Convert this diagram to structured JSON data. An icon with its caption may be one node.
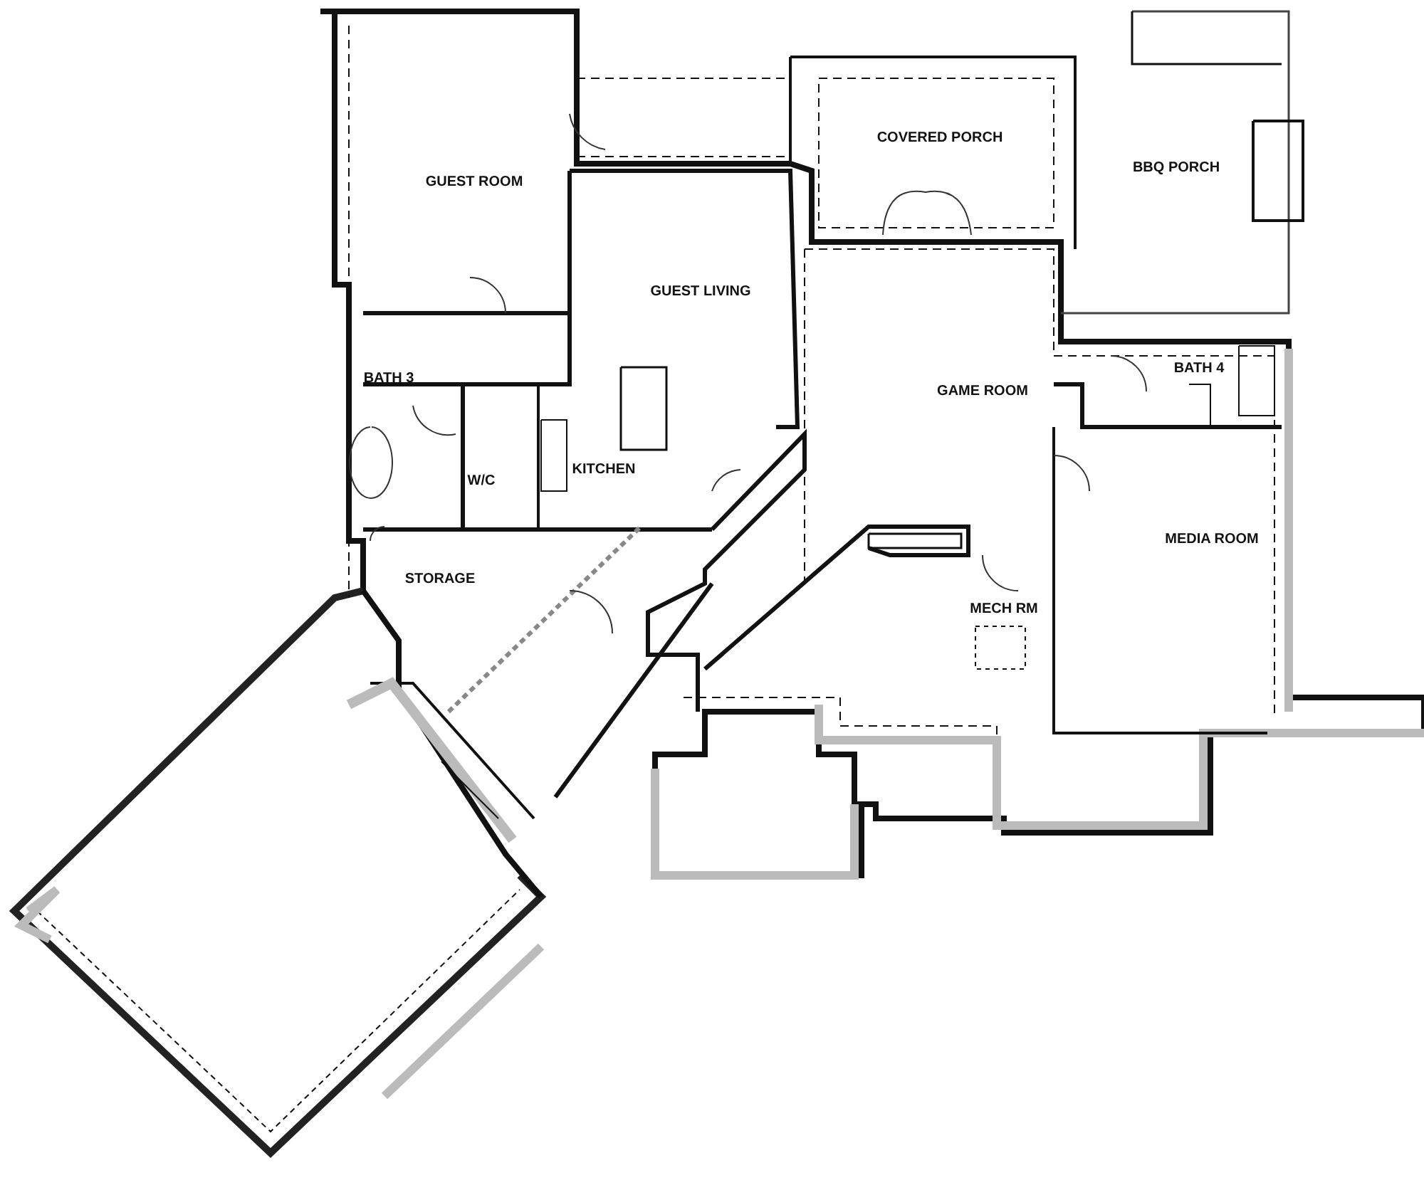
{
  "diagram": {
    "labels": [
      "GUEST ROOM",
      "COVERED PORCH",
      "BBQ PORCH",
      "GUEST LIVING",
      "BATH 3",
      "GAME ROOM",
      "BATH 4",
      "KITCHEN",
      "W/C",
      "STORAGE",
      "MEDIA ROOM",
      "MECH RM"
    ]
  }
}
